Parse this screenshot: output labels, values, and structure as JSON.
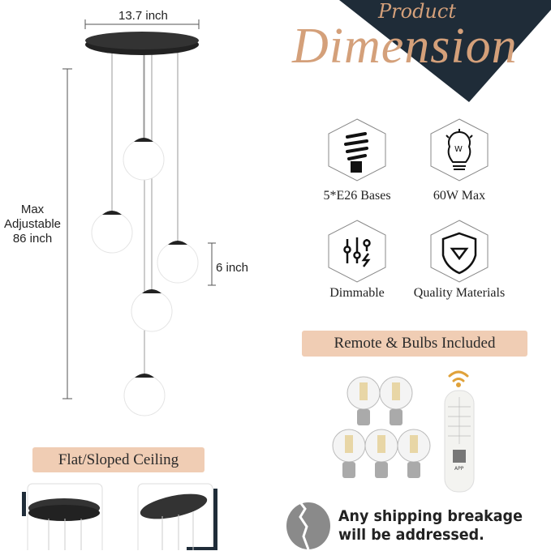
{
  "header": {
    "title_small": "Product",
    "title_large": "Dimension"
  },
  "dimensions": {
    "width": "13.7 inch",
    "height_line1": "Max",
    "height_line2": "Adjustable",
    "height_line3": "86 inch",
    "spacing": "6 inch"
  },
  "features": [
    {
      "icon": "spiral-bulb-icon",
      "label": "5*E26 Bases"
    },
    {
      "icon": "lightbulb-watt-icon",
      "label": "60W Max"
    },
    {
      "icon": "sliders-icon",
      "label": "Dimmable"
    },
    {
      "icon": "shield-diamond-icon",
      "label": "Quality Materials"
    }
  ],
  "remote_banner": "Remote & Bulbs Included",
  "remote": {
    "app_label": "APP"
  },
  "ceiling_banner": "Flat/Sloped Ceiling",
  "shipping": {
    "line1": "Any shipping breakage",
    "line2": "will be addressed."
  },
  "colors": {
    "accent": "#d4a07a",
    "navy": "#1f2c38",
    "banner": "#f0cdb4",
    "wifi": "#e0a23a"
  }
}
